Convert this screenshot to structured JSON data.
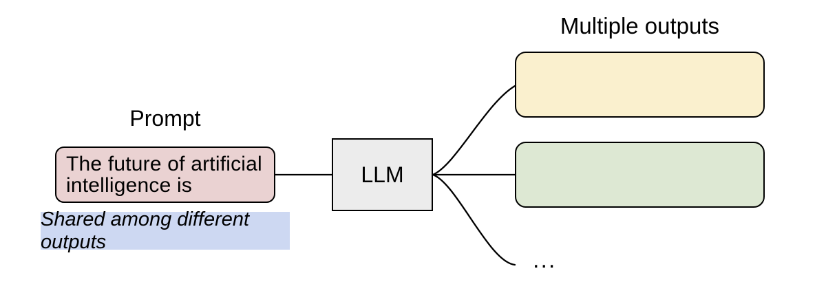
{
  "diagram": {
    "prompt": {
      "title": "Prompt",
      "box_text": "The future of artificial intelligence is",
      "box_lines": [
        "The future of artificial",
        "intelligence is"
      ],
      "fill": "#ead2d2"
    },
    "shared_note": {
      "text": "Shared among different outputs",
      "fill": "#cdd8f2"
    },
    "llm": {
      "label": "LLM",
      "fill": "#ececec"
    },
    "outputs": {
      "title": "Multiple outputs",
      "boxes": [
        {
          "name": "output-box-1",
          "fill": "#faf0ce",
          "text": ""
        },
        {
          "name": "output-box-2",
          "fill": "#dde8d3",
          "text": ""
        }
      ],
      "ellipsis": "..."
    },
    "connector_color": "#000000",
    "background": "#ffffff"
  }
}
